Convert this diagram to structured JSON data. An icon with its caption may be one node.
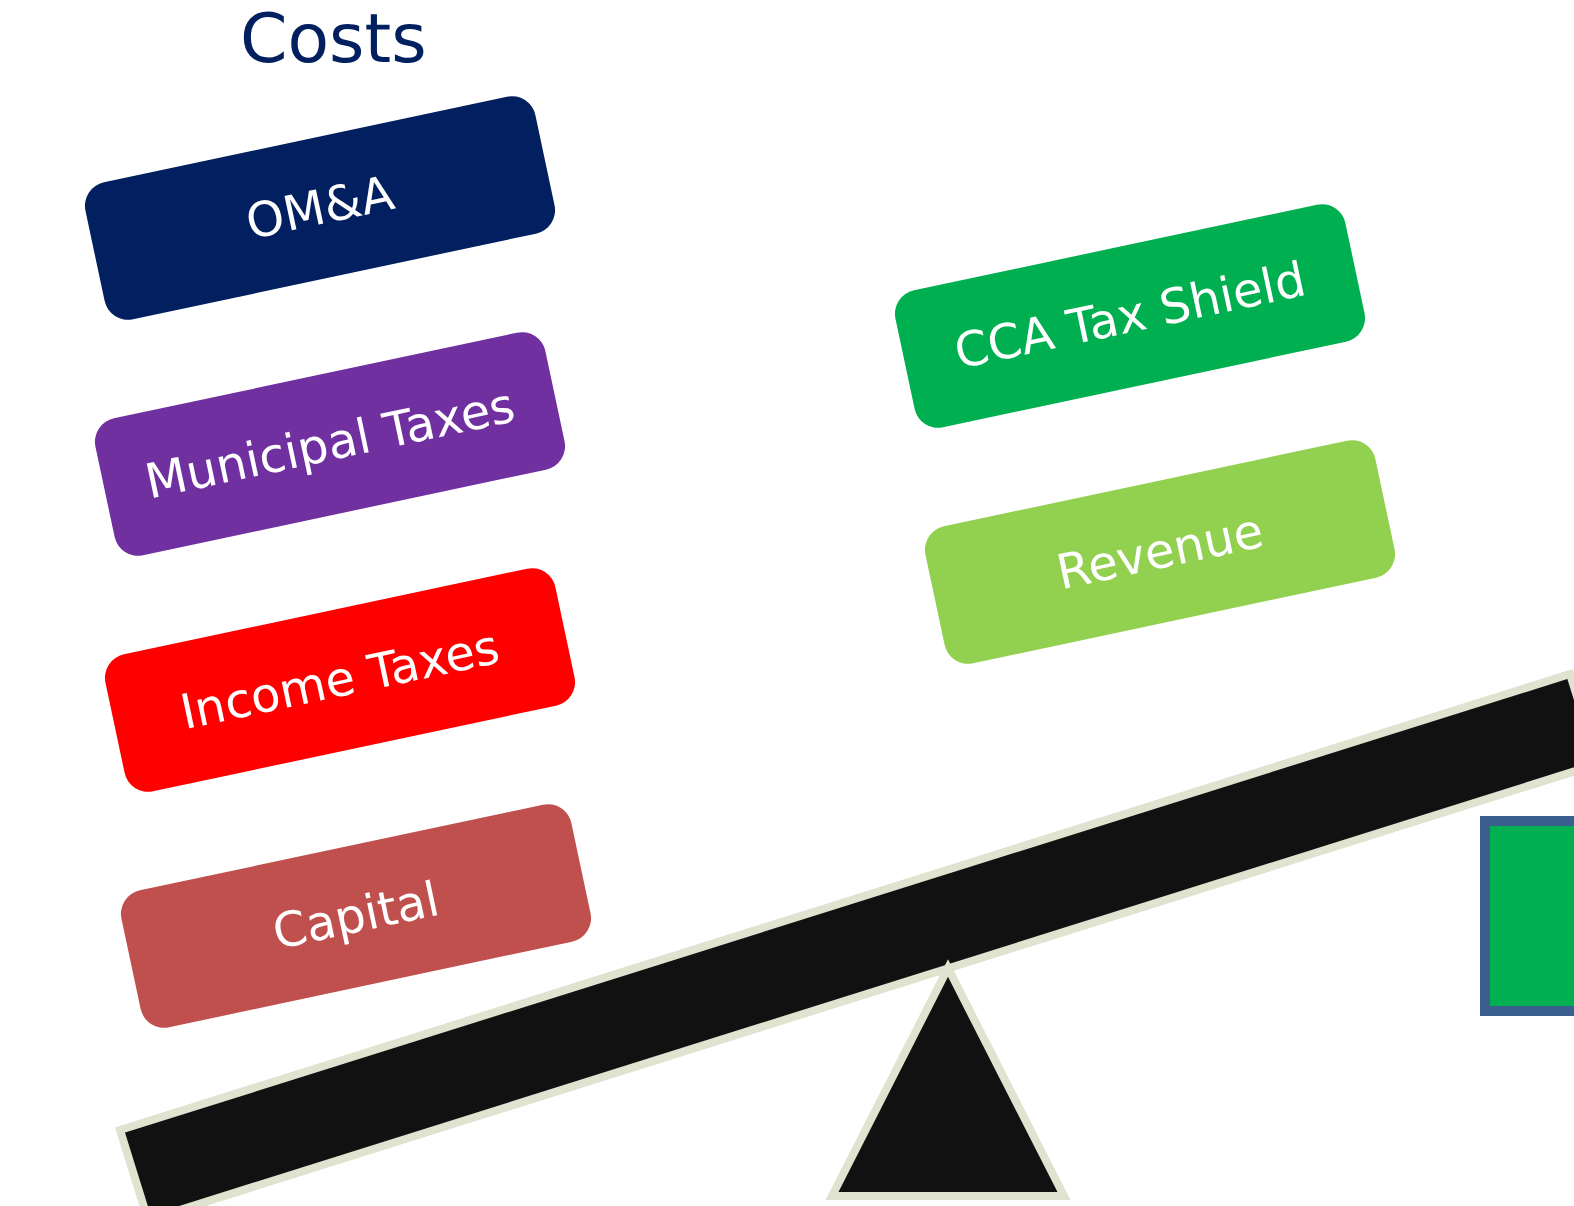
{
  "diagram": {
    "nodes": [
      {
        "text": [
          "OM&A"
        ]
      },
      {
        "text": [
          "Municipal Taxes"
        ]
      },
      {
        "text": [
          "Income Taxes"
        ]
      },
      {
        "text": [
          "Capital"
        ]
      },
      {
        "text": [
          "CCA Tax Shield"
        ]
      },
      {
        "text": [
          "Revenue"
        ]
      },
      {
        "text": [],
        "shape": "box"
      }
    ],
    "labels": [
      "Costs"
    ]
  }
}
